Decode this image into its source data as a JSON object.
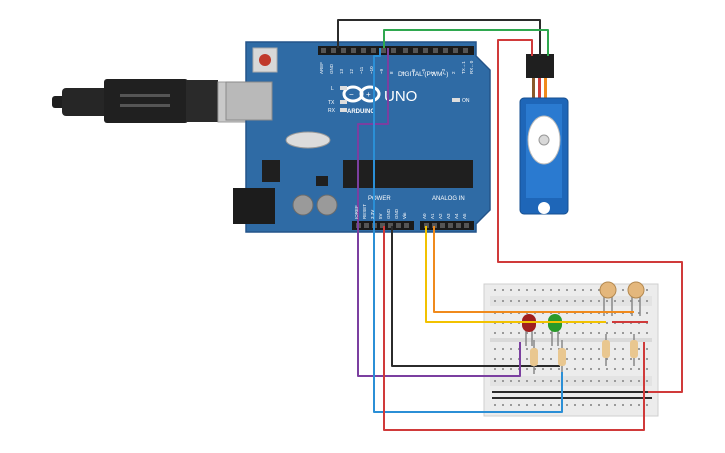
{
  "board": {
    "brand": "ARDUINO",
    "model": "UNO",
    "digital_header": "DIGITAL (PWM~)",
    "power_header": "POWER",
    "analog_header": "ANALOG IN",
    "on_led": "ON",
    "tx_led": "TX",
    "rx_led": "RX",
    "l_led": "L",
    "top_pins": [
      "AREF",
      "GND",
      "13",
      "12",
      "~11",
      "~10",
      "~9",
      "8",
      "7",
      "~6",
      "~5",
      "4",
      "~3",
      "2",
      "TX→1",
      "RX←0"
    ],
    "power_pins": [
      "IOREF",
      "RESET",
      "3.3V",
      "5V",
      "GND",
      "GND",
      "Vin"
    ],
    "analog_pins": [
      "A0",
      "A1",
      "A2",
      "A3",
      "A4",
      "A5"
    ]
  },
  "colors": {
    "board": "#2f6ba5",
    "wire_black": "#2b2b2b",
    "wire_green": "#2fa84f",
    "wire_red": "#d03a3a",
    "wire_purple": "#7b3fa0",
    "wire_blue": "#2b8fd6",
    "wire_yellow": "#f2c200",
    "wire_orange": "#f08a1c",
    "servo": "#1e66b8",
    "breadboard": "#ececec"
  }
}
